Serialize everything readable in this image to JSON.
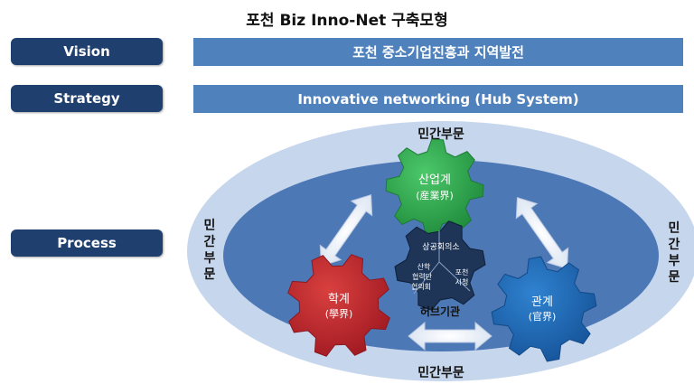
{
  "title": "포천 Biz Inno-Net 구축모형",
  "rows": {
    "vision": {
      "label": "Vision",
      "content": "포천 중소기업진흥과 지역발전"
    },
    "strategy": {
      "label": "Strategy",
      "content": "Innovative networking (Hub System)"
    },
    "process": {
      "label": "Process"
    }
  },
  "diagram": {
    "outer_label_top": "민간부문",
    "outer_label_bottom": "민간부문",
    "outer_label_left": [
      "민",
      "간",
      "부",
      "문"
    ],
    "outer_label_right": [
      "민",
      "간",
      "부",
      "문"
    ],
    "industry": {
      "line1": "산업계",
      "line2": "(産業界)"
    },
    "academia": {
      "line1": "학계",
      "line2": "(學界)"
    },
    "government": {
      "line1": "관계",
      "line2": "(官界)"
    },
    "hub_top": "상공회의소",
    "hub_left": [
      "산학",
      "협력단",
      "협의회"
    ],
    "hub_right": [
      "포천",
      "시청"
    ],
    "hub_label": "허브기관"
  },
  "colors": {
    "dark_navy": "#1f3f6e",
    "bar_blue": "#4f81bd",
    "outer_ellipse": "#c6d6ec",
    "inner_ellipse": "#4d78b6",
    "industry_gear": "#2eaa4f",
    "academia_gear": "#c1272d",
    "government_gear": "#1f67b5",
    "hub": "#1e3558"
  }
}
